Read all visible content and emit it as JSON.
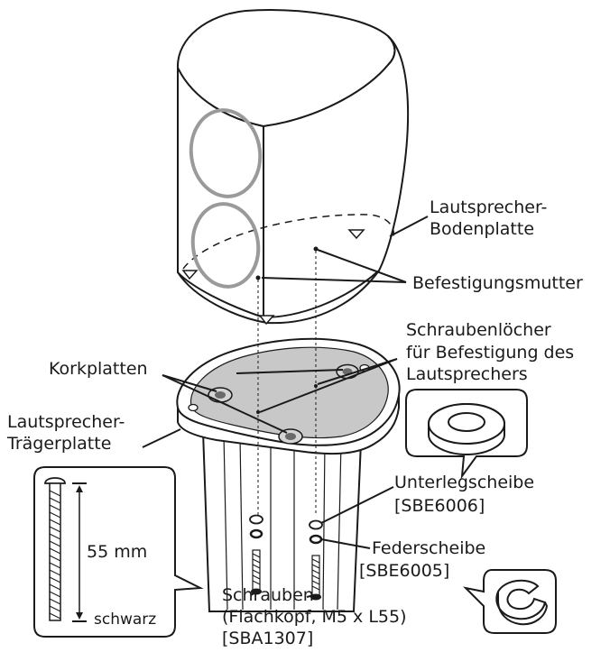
{
  "labels": {
    "bottom_plate_line1": "Lautsprecher-",
    "bottom_plate_line2": "Bodenplatte",
    "mounting_nut": "Befestigungsmutter",
    "screw_holes_line1": "Schraubenlöcher",
    "screw_holes_line2": "für Befestigung des",
    "screw_holes_line3": "Lautsprechers",
    "cork_pads": "Korkplatten",
    "stand_plate_line1": "Lautsprecher-",
    "stand_plate_line2": "Trägerplatte",
    "washer_line1": "Unterlegscheibe",
    "washer_line2": "[SBE6006]",
    "spring_washer_line1": "Federscheibe",
    "spring_washer_line2": "[SBE6005]",
    "screws_line1": "Schrauben",
    "screws_line2": "(Flachkopf, M5 x L55)",
    "screws_line3": "[SBA1307]",
    "screw_length": "55 mm",
    "screw_color": "schwarz"
  },
  "colors": {
    "line": "#1a1a1a",
    "plate_fill": "#c8c8c8",
    "speaker_fill": "#ffffff",
    "driver_ring": "#9a9a9a"
  }
}
